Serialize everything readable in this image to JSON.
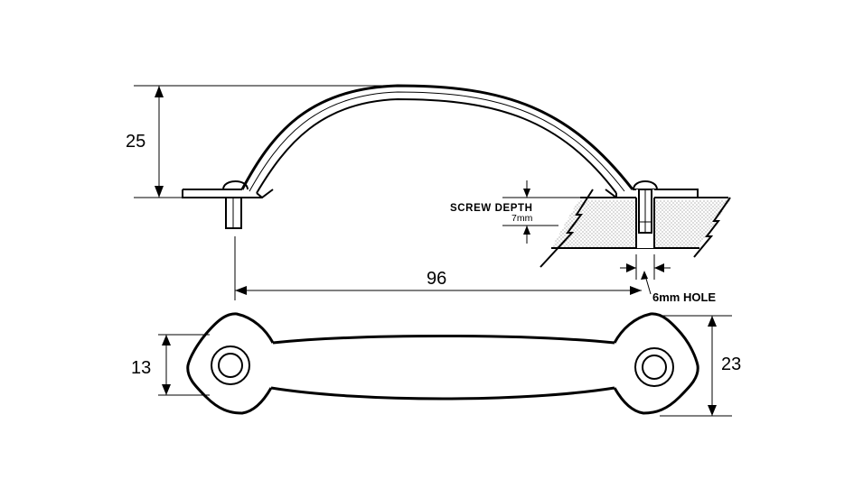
{
  "dimensions": {
    "height": "25",
    "screw_depth_label": "SCREW DEPTH",
    "screw_depth_value": "7mm",
    "center_distance": "96",
    "hole_label": "6mm HOLE",
    "foot_width": "13",
    "end_width": "23"
  }
}
